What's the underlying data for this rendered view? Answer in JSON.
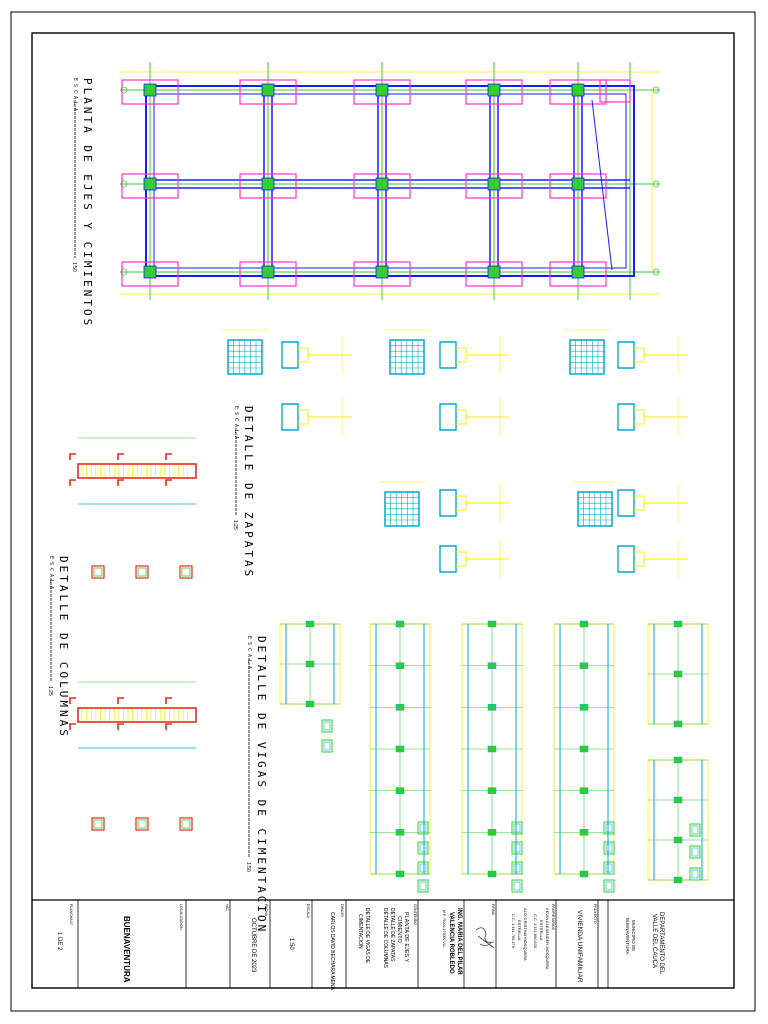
{
  "drawing": {
    "plan_title": "PLANTA DE EJES Y CIMIENTOS",
    "plan_scale_label": "ESCALA",
    "plan_scale_value": "1:50",
    "zapatas_title": "DETALLE DE ZAPATAS",
    "zapatas_scale_label": "ESCALA",
    "zapatas_scale_value": "1:25",
    "columnas_title": "DETALLE DE COLUMNAS",
    "columnas_scale_label": "ESCALA",
    "columnas_scale_value": "1:25",
    "vigas_title": "DETALLE DE VIGAS DE CIMENTACION",
    "vigas_scale_label": "ESCALA",
    "vigas_scale_value": "1:50"
  },
  "title_block": {
    "plancha_label": "PLANCHA N°",
    "plancha_value": "1 DE 2",
    "localizacion_label": "LOCALIZACION",
    "localizacion_value": "BUENAVENTURA",
    "vac_label": "VAC",
    "fecha_label": "FECHA",
    "fecha_value": "OCTUBRE DE 2023",
    "escala_label": "ESCALA",
    "escala_value": "1:50",
    "dibujo_label": "DIBUJO",
    "dibujo_value": "CARLOS DAVID BECHARA MENA",
    "detalle_line1": "DETALLE DE VIGAS DE",
    "detalle_line2": "CIMENTACION",
    "contenido_label": "CONTENIDO",
    "contenido_line1": "PLANTA DE EJES Y",
    "contenido_line2": "CIMIENTO",
    "contenido_line3": "DETALLE DE ZAPATAS",
    "contenido_line4": "DETALLE DE COLUMNAS",
    "ingeniero_line1": "ING. MARIA DEL PILAR",
    "ingeniero_line2": "VALENCIA ROBLEDO",
    "ingeniero_line3": "M.P. 76202-173000 VLL",
    "firma_label": "FIRMA",
    "propietarios_label": "PROPIETARIOS",
    "propietarios_line1": "KEVIN ALEXANDER MOSQUERA",
    "propietarios_line2": "ESTRELLA",
    "propietarios_line3": "C.C. 1.111.800.620",
    "propietarios_line4": "ALIX CRISTINA MOSQUERA",
    "propietarios_line5": "ESTRELLA",
    "propietarios_line6": "C.C. 1.111.799.476",
    "proyecto_label": "PROYECTO",
    "proyecto_value": "VIVIENDA UNIFAMILIAR",
    "entidad_line1": "DEPARTAMENTO DEL",
    "entidad_line2": "VALLE DEL CAUCA",
    "municipio_line1": "MUNICIPIO DE",
    "municipio_line2": "BUENAVENTURA"
  },
  "colors": {
    "grid": "#33cc33",
    "beam": "#1a1aff",
    "footing": "#ff33cc",
    "rebar": "#ffee00",
    "detail": "#00aacc",
    "accent": "#e0301e",
    "frame": "#000000"
  }
}
